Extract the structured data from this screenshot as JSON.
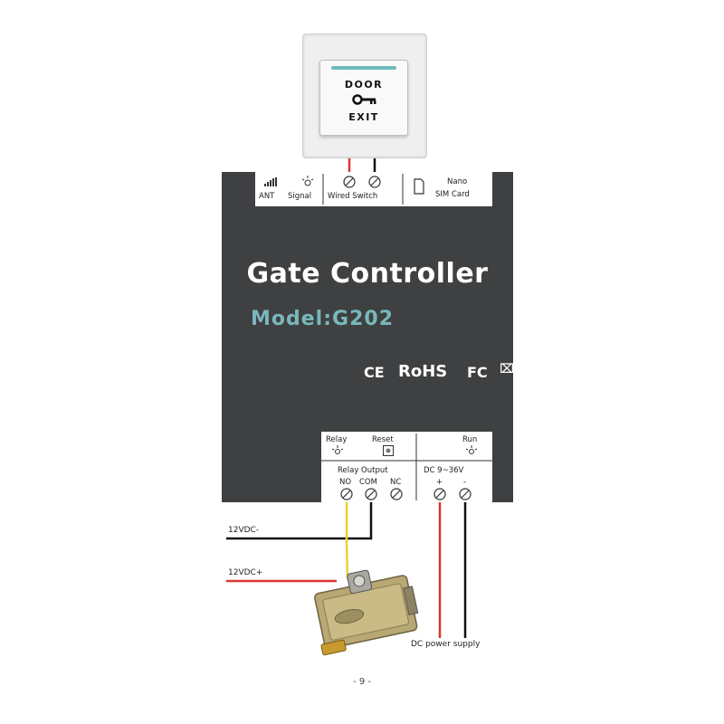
{
  "exit_switch": {
    "line1": "DOOR",
    "line2": "EXIT"
  },
  "controller": {
    "title": "Gate Controller",
    "model": "Model:G202",
    "certifications": [
      "CE",
      "RoHS",
      "FC",
      "⌧"
    ],
    "top_ports": {
      "ant": "ANT",
      "signal": "Signal",
      "wired_switch": "Wired Switch",
      "nano": "Nano",
      "sim_card": "SIM Card"
    },
    "bottom_ports": {
      "relay": "Relay",
      "reset": "Reset",
      "run": "Run",
      "relay_output": "Relay Output",
      "no": "NO",
      "com": "COM",
      "nc": "NC",
      "dc": "DC 9~36V",
      "plus": "+",
      "minus": "-"
    }
  },
  "wires": {
    "vdc_minus": "12VDC-",
    "vdc_plus": "12VDC+",
    "dc_supply": "DC power supply"
  },
  "colors": {
    "controller_body": "#3f4041",
    "model_text": "#79b7bb",
    "wire_red": "#d9362f",
    "wire_black": "#111111",
    "wire_yellow": "#e8d23a"
  },
  "page_number": "- 9 -"
}
